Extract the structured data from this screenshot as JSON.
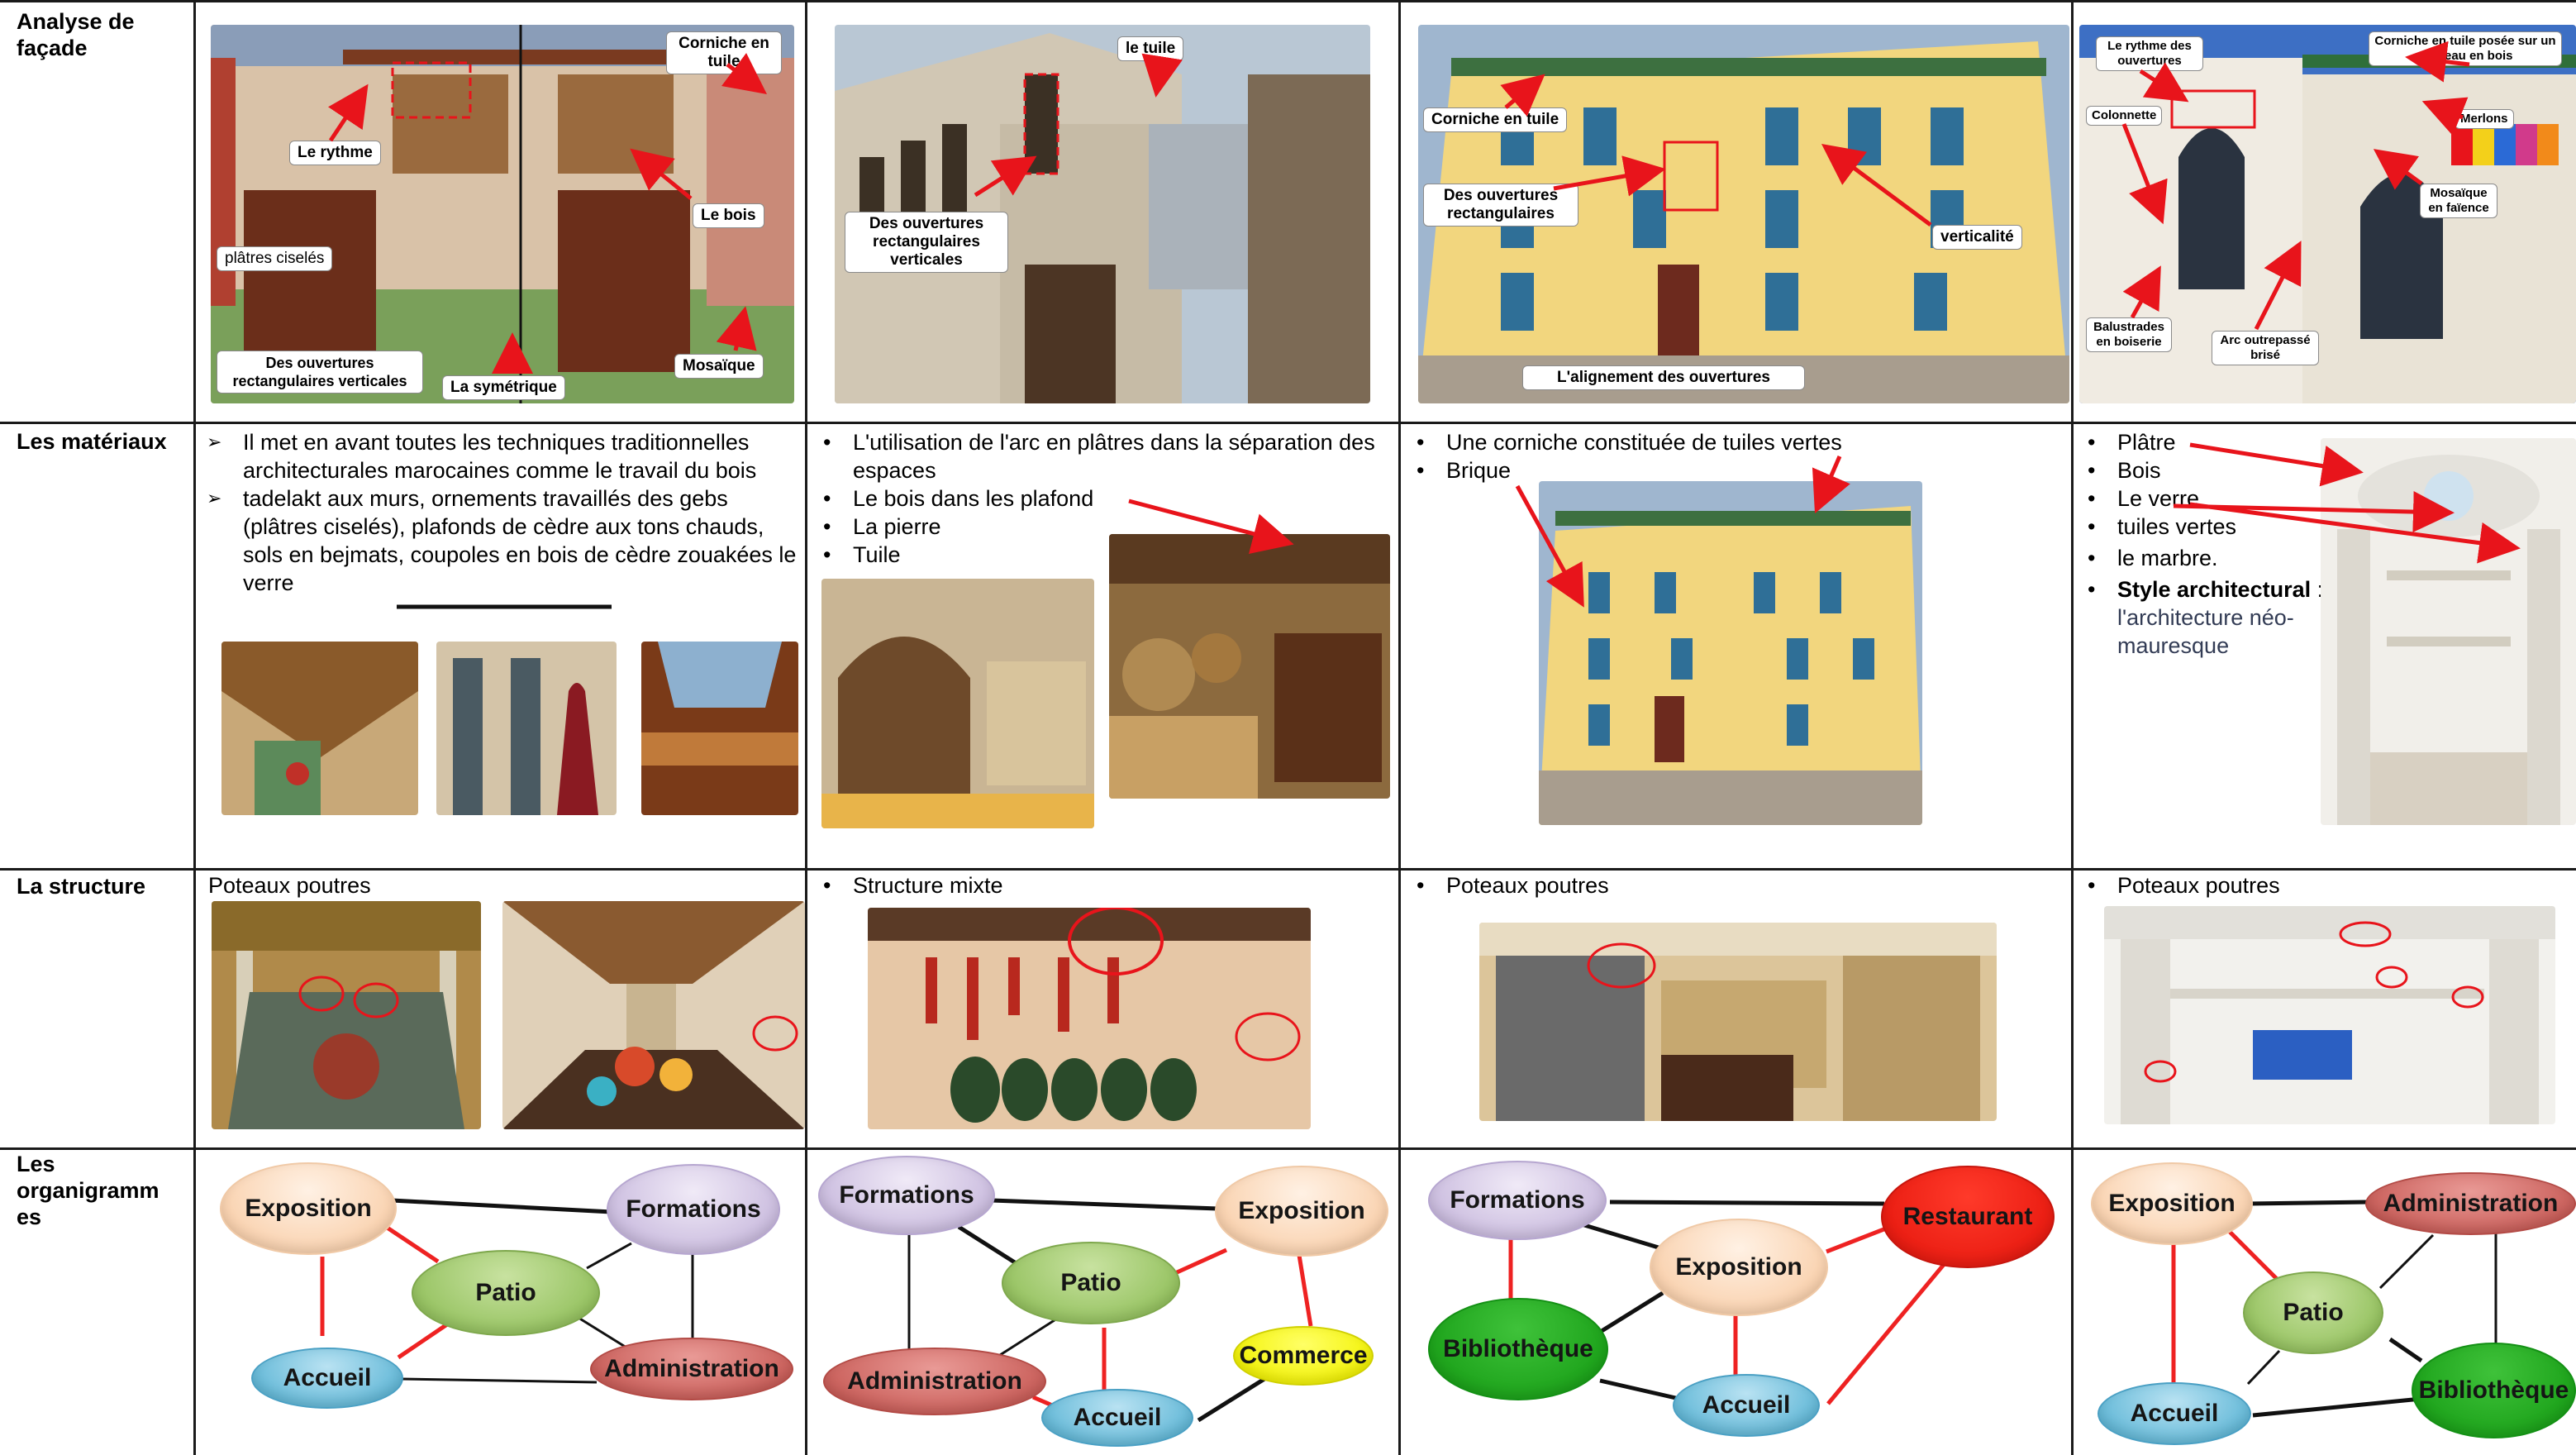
{
  "row_headers": {
    "facade": "Analyse de façade",
    "materials": "Les matériaux",
    "structure": "La structure",
    "organigrams": "Les organigramm es"
  },
  "facade": {
    "c1": {
      "labels": {
        "corniche": "Corniche en tuile",
        "rythme": "Le rythme",
        "bois": "Le bois",
        "platres": "plâtres ciselés",
        "ouvertures": "Des ouvertures rectangulaires verticales",
        "symetrique": "La symétrique",
        "mosaique": "Mosaïque"
      }
    },
    "c2": {
      "labels": {
        "tuile": "le tuile",
        "ouvertures": "Des ouvertures rectangulaires verticales"
      }
    },
    "c3": {
      "labels": {
        "corniche": "Corniche en tuile",
        "ouvertures": "Des ouvertures rectangulaires",
        "verticalite": "verticalité",
        "alignement": "L'alignement des ouvertures"
      }
    },
    "c4": {
      "labels": {
        "rythme": "Le rythme des ouvertures",
        "corniche": "Corniche en tuile posée sur un corbeau en bois",
        "colonnette": "Colonnette",
        "merlons": "Merlons",
        "mosaique": "Mosaïque en faïence",
        "balustrades": "Balustrades en boiserie",
        "arc": "Arc outrepassé brisé"
      }
    }
  },
  "materials": {
    "c1": {
      "items": [
        "Il met en avant toutes les techniques traditionnelles architecturales marocaines comme le travail du bois",
        " tadelakt aux murs, ornements travaillés des gebs (plâtres ciselés), plafonds de cèdre aux tons chauds, sols en bejmats, coupoles en bois de cèdre zouakées le verre"
      ]
    },
    "c2": {
      "items": [
        "L'utilisation de l'arc en plâtres dans la séparation des espaces",
        "Le bois dans les plafond",
        "La pierre",
        "Tuile"
      ]
    },
    "c3": {
      "items": [
        "Une corniche constituée de tuiles vertes",
        "Brique"
      ]
    },
    "c4": {
      "items": [
        "Plâtre",
        "Bois",
        "Le verre",
        "tuiles vertes",
        "le marbre."
      ],
      "style_label": "Style architectural",
      "style_sep": " :",
      "style_value": "l'architecture néo-mauresque"
    }
  },
  "structure": {
    "c1": "Poteaux poutres",
    "c2": "Structure mixte",
    "c3": "Poteaux poutres",
    "c4": "Poteaux poutres"
  },
  "organigrams": {
    "c1": {
      "exposition": "Exposition",
      "formations": "Formations",
      "patio": "Patio",
      "accueil": "Accueil",
      "administration": "Administration"
    },
    "c2": {
      "formations": "Formations",
      "exposition": "Exposition",
      "patio": "Patio",
      "administration": "Administration",
      "commerce": "Commerce",
      "accueil": "Accueil"
    },
    "c3": {
      "formations": "Formations",
      "restaurant": "Restaurant",
      "exposition": "Exposition",
      "bibliotheque": "Bibliothèque",
      "accueil": "Accueil"
    },
    "c4": {
      "exposition": "Exposition",
      "administration": "Administration",
      "patio": "Patio",
      "accueil": "Accueil",
      "bibliotheque": "Bibliothèque"
    }
  },
  "colors": {
    "grid": "#1a1a1a",
    "arrow_red": "#e8141b",
    "link_red": "#ee2222",
    "link_black": "#111111"
  }
}
